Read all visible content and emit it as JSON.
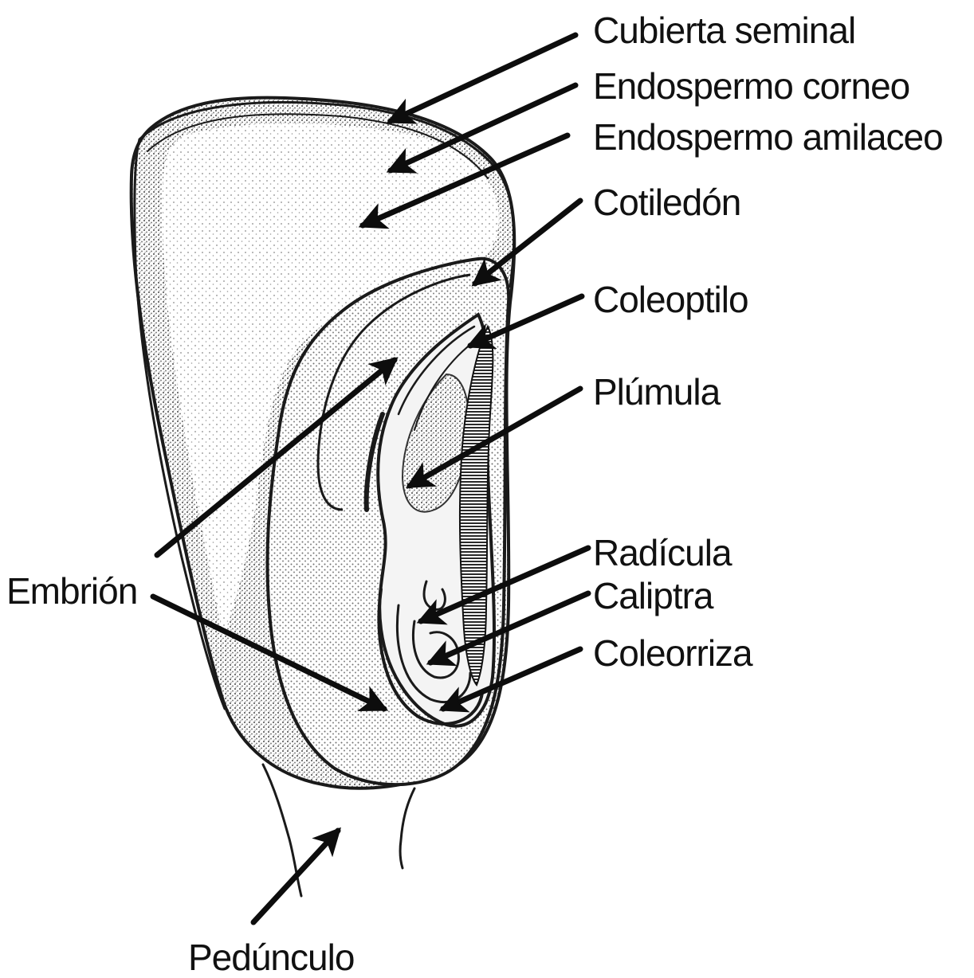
{
  "labels": {
    "cubierta_seminal": "Cubierta seminal",
    "endospermo_corneo": "Endospermo corneo",
    "endospermo_amilaceo": "Endospermo amilaceo",
    "cotiledon": "Cotiledón",
    "coleoptilo": "Coleoptilo",
    "plumula": "Plúmula",
    "radicula": "Radícula",
    "caliptra": "Caliptra",
    "coleorriza": "Coleorriza",
    "embrion": "Embrión",
    "pedunculo": "Pedúnculo"
  },
  "colors": {
    "ink": "#111111",
    "background": "#ffffff",
    "stipple": "#7a7a7a"
  }
}
